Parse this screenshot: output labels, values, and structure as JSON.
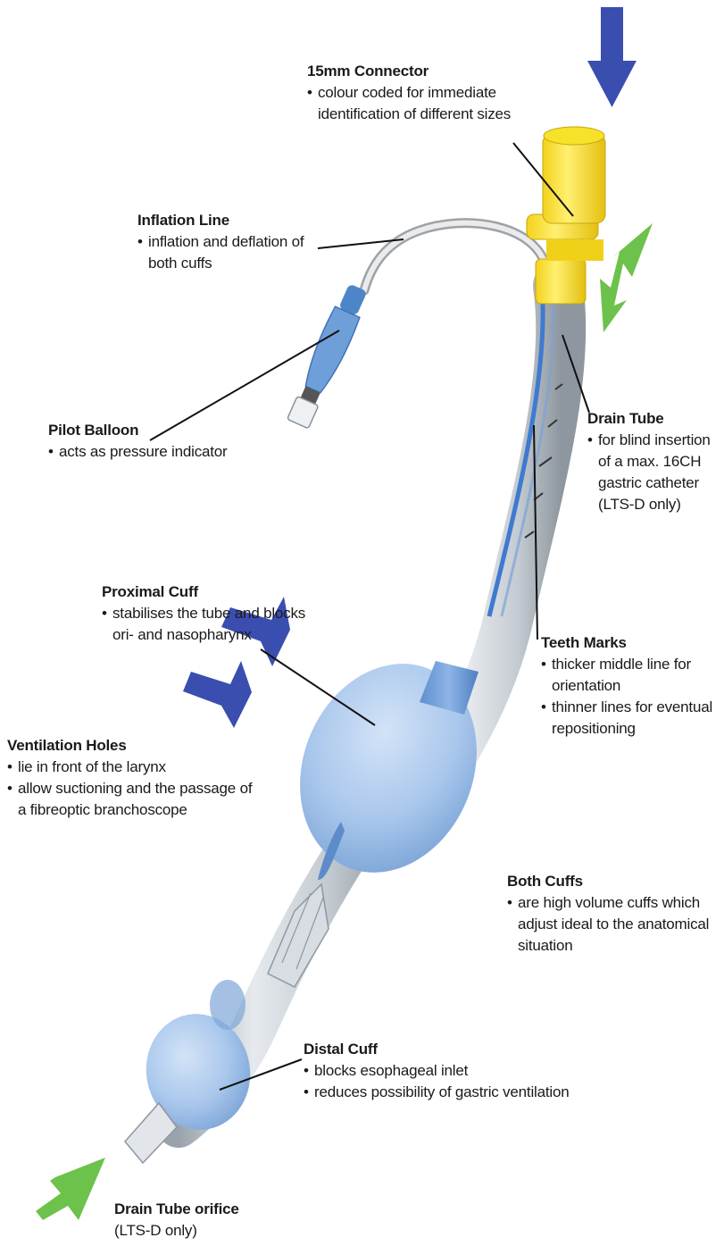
{
  "colors": {
    "arrow_blue": "#3a4eb0",
    "arrow_green": "#6cc24a",
    "connector_yellow": "#f7e22a",
    "cuff_blue": "#a9c7ec",
    "tube_clear": "#c8ced4",
    "leader_line": "#111111"
  },
  "labels": {
    "connector": {
      "title": "15mm Connector",
      "bullets": [
        "colour coded for immediate identification of different sizes"
      ]
    },
    "inflation_line": {
      "title": "Inflation Line",
      "bullets": [
        "inflation and deflation of both cuffs"
      ]
    },
    "pilot_balloon": {
      "title": "Pilot Balloon",
      "bullets": [
        "acts as pressure indicator"
      ]
    },
    "drain_tube": {
      "title": "Drain Tube",
      "bullets": [
        "for blind insertion of a max. 16CH gastric catheter (LTS-D only)"
      ]
    },
    "proximal_cuff": {
      "title": "Proximal Cuff",
      "bullets": [
        "stabilises the tube and blocks ori- and nasopharynx"
      ]
    },
    "teeth_marks": {
      "title": "Teeth Marks",
      "bullets": [
        "thicker middle line for orientation",
        "thinner lines for eventual repositioning"
      ]
    },
    "ventilation_holes": {
      "title": "Ventilation Holes",
      "bullets": [
        "lie in front of the larynx",
        "allow suctioning and the passage of a fibreoptic branchoscope"
      ]
    },
    "both_cuffs": {
      "title": "Both Cuffs",
      "bullets": [
        "are high volume cuffs which adjust ideal to the anatomical situation"
      ]
    },
    "distal_cuff": {
      "title": "Distal Cuff",
      "bullets": [
        "blocks esophageal inlet",
        "reduces possibility of gastric ventilation"
      ]
    },
    "drain_orifice": {
      "title": "Drain Tube orifice",
      "note": "(LTS-D only)"
    }
  }
}
